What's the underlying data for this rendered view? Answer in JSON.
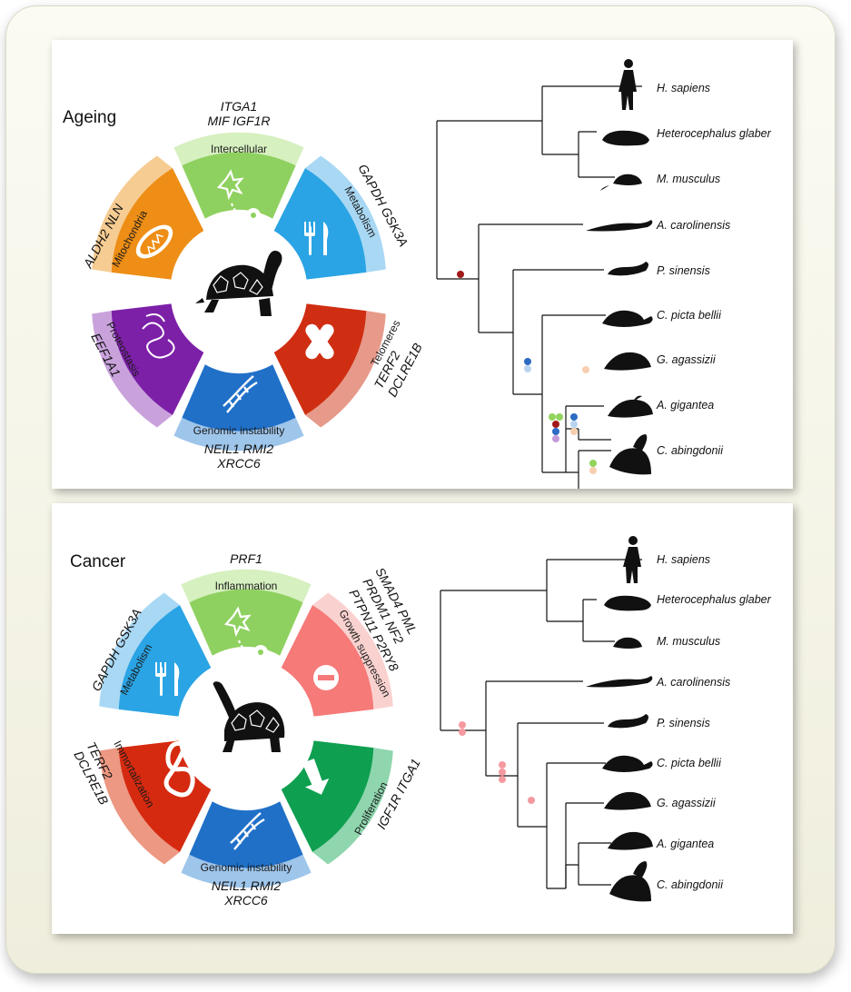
{
  "colors": {
    "intercellular": "#8fd160",
    "intercellular_band": "#d6f0c0",
    "metabolism": "#2aa4e4",
    "metabolism_band": "#a9d8f4",
    "telomeres": "#cf2e12",
    "telomeres_band": "#e79a8a",
    "genomic": "#2070c8",
    "genomic_band": "#9ec5ea",
    "proteostasis": "#7d20a8",
    "proteostasis_band": "#c9a2dc",
    "mitochondria": "#ee8e16",
    "mitochondria_band": "#f6cc92",
    "growth": "#f57a78",
    "growth_band": "#f9d2d0",
    "proliferation": "#0f9f50",
    "proliferation_band": "#8fd6ae",
    "immortalization": "#d52a10",
    "immortalization_band": "#ec9882",
    "dot_red": "#a11919",
    "dot_blue": "#2d6bc4",
    "dot_lightblue": "#b9d4ee",
    "dot_peach": "#f7cfb0",
    "dot_green": "#92d45e",
    "dot_purple": "#c49ad8",
    "dot_pink": "#f59aa0"
  },
  "ageing": {
    "title": "Ageing",
    "segments": {
      "intercellular": {
        "label": "Intercellular",
        "genes_1": "ITGA1",
        "genes_2": "MIF IGF1R",
        "icon": "cell-signal-icon"
      },
      "metabolism": {
        "label": "Metabolism",
        "genes_1": "GAPDH GSK3A",
        "icon": "fork-knife-icon"
      },
      "telomeres": {
        "label": "Telomeres",
        "genes_1": "TERF2",
        "genes_2": "DCLRE1B",
        "icon": "chromosome-icon"
      },
      "genomic": {
        "label": "Genomic instability",
        "genes_1": "NEIL1  RMI2",
        "genes_2": "XRCC6",
        "icon": "dna-icon"
      },
      "proteostasis": {
        "label": "Proteostasis",
        "genes_1": "EEF1A1",
        "icon": "protein-icon"
      },
      "mitochondria": {
        "label": "Mitochondria",
        "genes_1": "ALDH2  NLN",
        "icon": "mitochondrion-icon"
      }
    },
    "center_icon": "tortoise-icon",
    "species": [
      "H. sapiens",
      "Heterocephalus glaber",
      "M. musculus",
      "A. carolinensis",
      "P. sinensis",
      "C. picta bellii",
      "G. agassizii",
      "A. gigantea",
      "C. abingdonii"
    ]
  },
  "cancer": {
    "title": "Cancer",
    "segments": {
      "inflammation": {
        "label": "Inflammation",
        "genes_1": "PRF1",
        "icon": "cell-signal-icon"
      },
      "growth": {
        "label": "Growth suppression",
        "genes_1": "SMAD4  PML",
        "genes_2": "PRDM1 NF2",
        "genes_3": "PTPN11  P2RY8",
        "icon": "no-entry-icon"
      },
      "proliferation": {
        "label": "Proliferation",
        "genes_1": "IGF1R ITGA1",
        "icon": "arrow-down-icon"
      },
      "genomic": {
        "label": "Genomic instability",
        "genes_1": "NEIL1  RMI2",
        "genes_2": "XRCC6",
        "icon": "dna-icon"
      },
      "immortalization": {
        "label": "Immortalization",
        "genes_1": "TERF2",
        "genes_2": "DCLRE1B",
        "icon": "infinity-icon"
      },
      "metabolism": {
        "label": "Metabolism",
        "genes_1": "GAPDH  GSK3A",
        "icon": "fork-knife-icon"
      }
    },
    "center_icon": "tortoise-icon",
    "species": [
      "H. sapiens",
      "Heterocephalus glaber",
      "M. musculus",
      "A. carolinensis",
      "P. sinensis",
      "C. picta bellii",
      "G. agassizii",
      "A. gigantea",
      "C. abingdonii"
    ]
  }
}
